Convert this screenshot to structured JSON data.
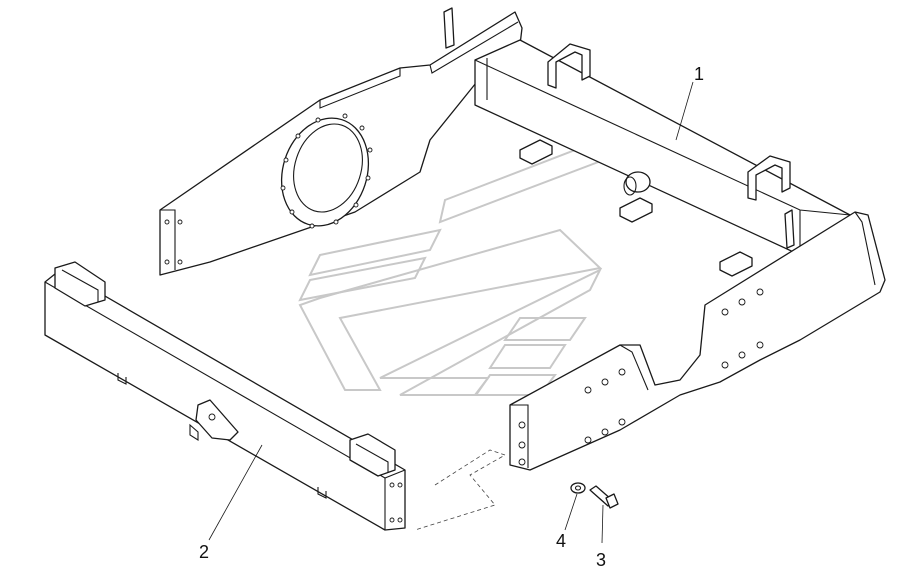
{
  "callouts": {
    "item_1": "1",
    "item_2": "2",
    "item_3": "3",
    "item_4": "4"
  },
  "colors": {
    "line": "#1a1a1a",
    "background": "#ffffff",
    "watermark": "#c8c8c8"
  }
}
